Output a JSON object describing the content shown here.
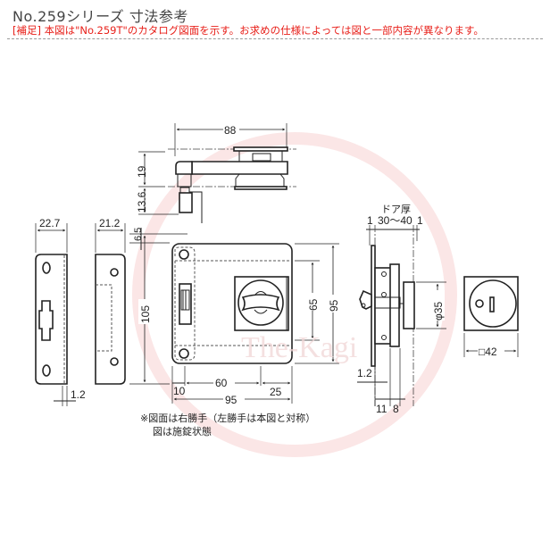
{
  "header": {
    "title": "No.259シリーズ 寸法参考",
    "note": "[補足] 本図は\"No.259T\"のカタログ図面を示す。お求めの仕様によっては図と一部内容が異なります。"
  },
  "watermark": "The-Kagi",
  "dimensions": {
    "top_width": "88",
    "top_h1": "19",
    "top_h2": "13.6",
    "strike1_width": "22.7",
    "strike2_width": "21.2",
    "strike_thickness": "1.2",
    "front_offset": "6.5",
    "front_height_total": "105",
    "front_inner_height": "65",
    "front_height": "95",
    "front_w_left": "10",
    "front_w_mid": "60",
    "front_w_right": "25",
    "front_width": "95",
    "door_label": "ドア厚",
    "door_left": "1",
    "door_range": "30〜40",
    "door_right": "1",
    "side_plate": "1.2",
    "side_a": "11",
    "side_b": "8",
    "knob_dia": "φ35",
    "escutcheon": "□42"
  },
  "footnotes": [
    "※図面は右勝手（左勝手は本図と対称）",
    "図は施錠状態"
  ],
  "colors": {
    "note": "#e8201a",
    "line": "#222222"
  }
}
